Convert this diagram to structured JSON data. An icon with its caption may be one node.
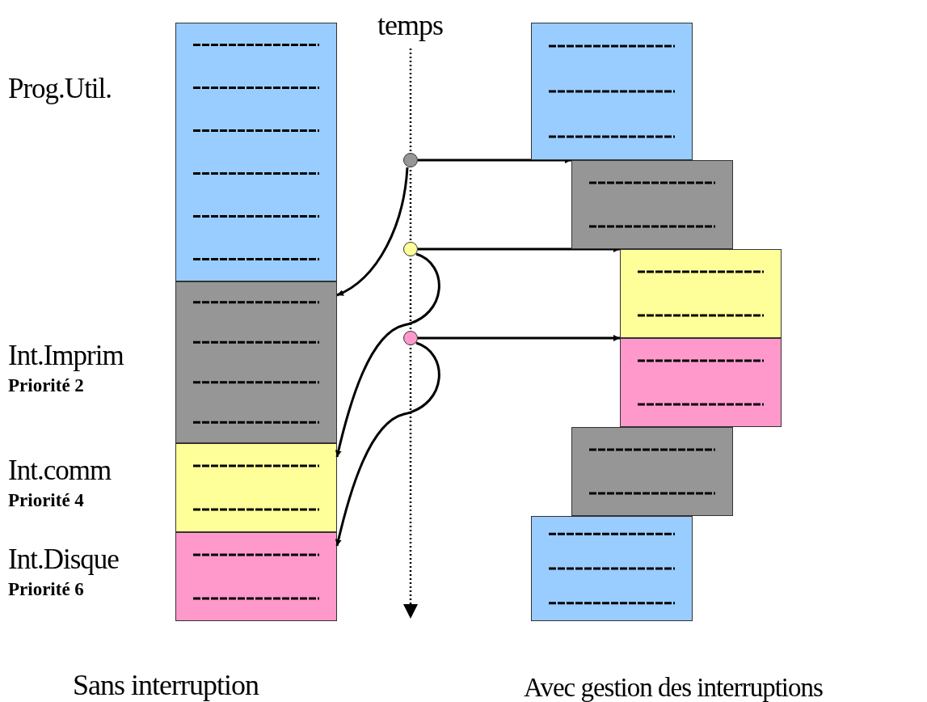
{
  "diagram": {
    "nodes": [
      {
        "text": [],
        "shape": "box",
        "beside": [
          "Prog.Util."
        ]
      },
      {
        "text": [],
        "shape": "box",
        "beside": [
          "Int.Imprim",
          "Priorité 2"
        ]
      },
      {
        "text": [],
        "shape": "box",
        "beside": [
          "Int.comm",
          "Priorité 4"
        ]
      },
      {
        "text": [],
        "shape": "box",
        "beside": [
          "Int.Disque",
          "Priorité 6"
        ]
      },
      {
        "text": [],
        "shape": "circle"
      },
      {
        "text": [],
        "shape": "circle"
      },
      {
        "text": [],
        "shape": "circle"
      },
      {
        "text": [],
        "shape": "box"
      },
      {
        "text": [],
        "shape": "box"
      },
      {
        "text": [],
        "shape": "box"
      },
      {
        "text": [],
        "shape": "box"
      },
      {
        "text": [],
        "shape": "box"
      },
      {
        "text": [],
        "shape": "box"
      }
    ],
    "edges": [
      {
        "from": 4,
        "to": 8,
        "arrow": "to"
      },
      {
        "from": 5,
        "to": 9,
        "arrow": "to"
      },
      {
        "from": 6,
        "to": 10,
        "arrow": "to"
      },
      {
        "from": 4,
        "to": 1,
        "arrow": "to"
      },
      {
        "from": 5,
        "to": 2,
        "arrow": "to"
      },
      {
        "from": 6,
        "to": 3,
        "arrow": "to"
      }
    ],
    "labels": [
      "temps",
      "Sans interruption",
      "Avec gestion des interruptions"
    ]
  }
}
